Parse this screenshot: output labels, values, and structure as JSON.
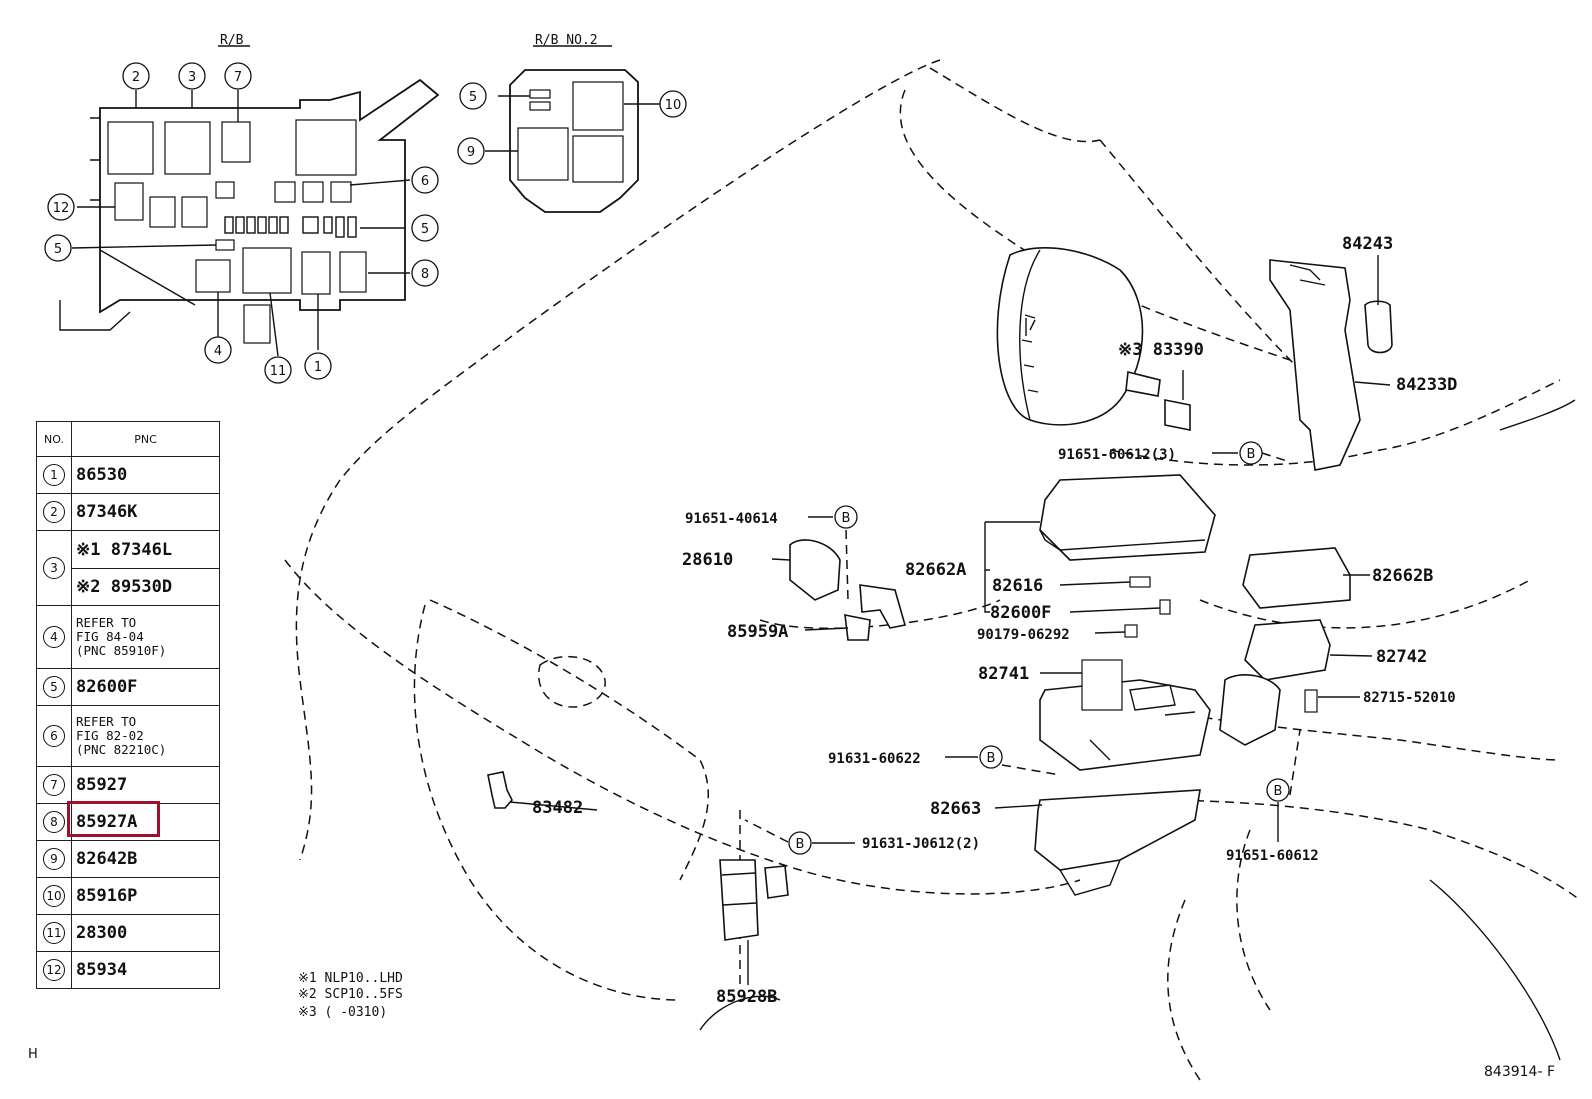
{
  "insets": {
    "rb_title": "R/B",
    "rb2_title": "R/B NO.2"
  },
  "table": {
    "header_no": "NO.",
    "header_pnc": "PNC",
    "rows": [
      {
        "no": "1",
        "pnc": "86530"
      },
      {
        "no": "2",
        "pnc": "87346K"
      },
      {
        "no": "3",
        "pnc_a": "※1 87346L",
        "pnc_b": "※2 89530D"
      },
      {
        "no": "4",
        "note": "REFER TO\nFIG 84-04\n(PNC 85910F)"
      },
      {
        "no": "5",
        "pnc": "82600F"
      },
      {
        "no": "6",
        "note": "REFER TO\nFIG 82-02\n(PNC 82210C)"
      },
      {
        "no": "7",
        "pnc": "85927"
      },
      {
        "no": "8",
        "pnc": "85927A",
        "selected": true
      },
      {
        "no": "9",
        "pnc": "82642B"
      },
      {
        "no": "10",
        "pnc": "85916P"
      },
      {
        "no": "11",
        "pnc": "28300"
      },
      {
        "no": "12",
        "pnc": "85934"
      }
    ]
  },
  "footnotes": [
    "※1 NLP10..LHD",
    "※2 SCP10..5FS",
    "※3 (      -0310)"
  ],
  "part_labels": {
    "p84243": "84243",
    "p83390": "※3 83390",
    "p84233d": "84233D",
    "p91651_60612_3": "91651-60612(3)",
    "p91651_40614": "91651-40614",
    "p28610": "28610",
    "p82662a": "82662A",
    "p82616": "82616",
    "p82600f": "82600F",
    "p85959a": "85959A",
    "p90179": "90179-06292",
    "p82741": "82741",
    "p82662b": "82662B",
    "p82742": "82742",
    "p82715": "82715-52010",
    "p91631_60622": "91631-60622",
    "p82663": "82663",
    "p83482": "83482",
    "p91631_j0612": "91631-J0612(2)",
    "p91651_60612": "91651-60612",
    "p85928b": "85928B",
    "callout_b": "B"
  },
  "corner": {
    "left_code": "H",
    "figure_id": "843914- F"
  },
  "colors": {
    "highlight": "#a0102c",
    "ink": "#111111"
  }
}
